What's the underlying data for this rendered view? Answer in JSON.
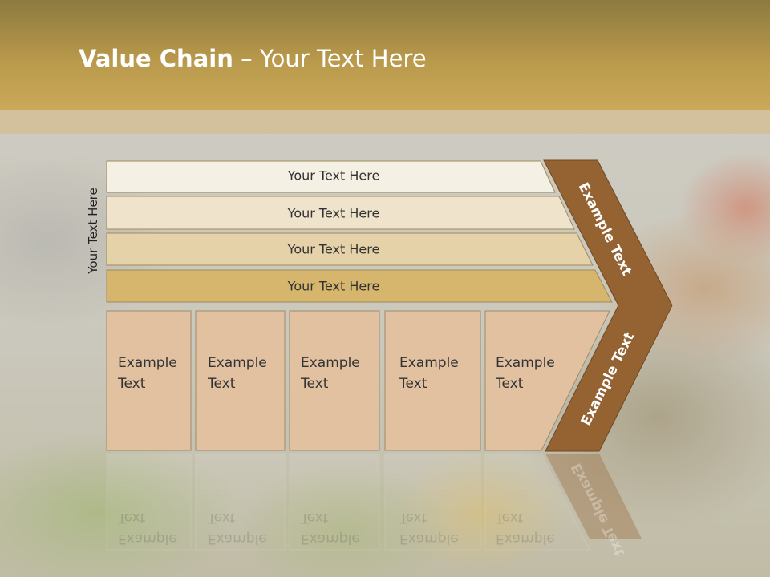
{
  "slide": {
    "title_bold": "Value Chain",
    "title_rest": " – Your Text Here",
    "side_label": "Your Text Here"
  },
  "rows": [
    {
      "label": "Your Text Here",
      "color": "#f5f0e4"
    },
    {
      "label": "Your Text Here",
      "color": "#efe4cb"
    },
    {
      "label": "Your Text Here",
      "color": "#e5d2a9"
    },
    {
      "label": "Your Text Here",
      "color": "#d5b66c"
    }
  ],
  "columns": [
    {
      "line1": "Example",
      "line2": "Text"
    },
    {
      "line1": "Example",
      "line2": "Text"
    },
    {
      "line1": "Example",
      "line2": "Text"
    },
    {
      "line1": "Example",
      "line2": "Text"
    },
    {
      "line1": "Example",
      "line2": "Text"
    }
  ],
  "chevron": {
    "top_label": "Example Text",
    "bottom_label": "Example Text",
    "color": "#956232"
  },
  "colors": {
    "column_fill": "#e2c1a1",
    "header_gold": "#b9994b"
  }
}
